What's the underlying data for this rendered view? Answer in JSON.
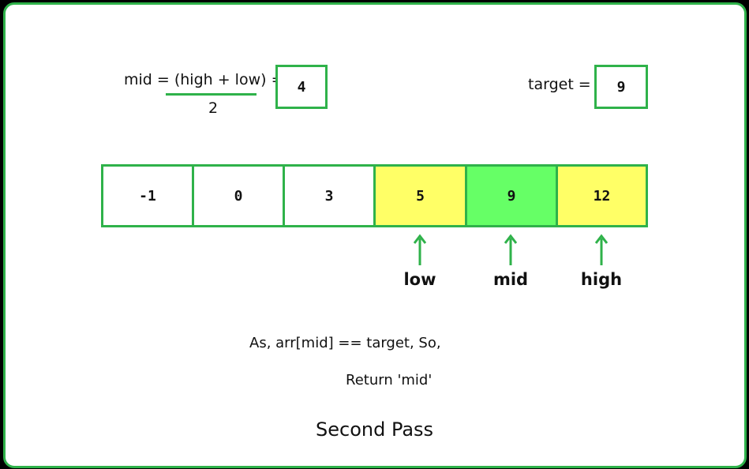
{
  "formula": {
    "numerator": "mid = (high + low) =",
    "denominator": "2",
    "result": "4"
  },
  "target": {
    "label": "target =",
    "value": "9"
  },
  "array": [
    {
      "value": "-1",
      "state": "normal"
    },
    {
      "value": "0",
      "state": "normal"
    },
    {
      "value": "3",
      "state": "normal"
    },
    {
      "value": "5",
      "state": "range"
    },
    {
      "value": "9",
      "state": "mid"
    },
    {
      "value": "12",
      "state": "range"
    }
  ],
  "colors": {
    "border": "#2fb24a",
    "range": "#ffff66",
    "mid": "#66ff66",
    "normal": "#ffffff"
  },
  "pointers": {
    "low": "low",
    "mid": "mid",
    "high": "high"
  },
  "note": {
    "line1": "As, arr[mid] == target, So,",
    "line2": "Return 'mid'"
  },
  "caption": "Second Pass"
}
